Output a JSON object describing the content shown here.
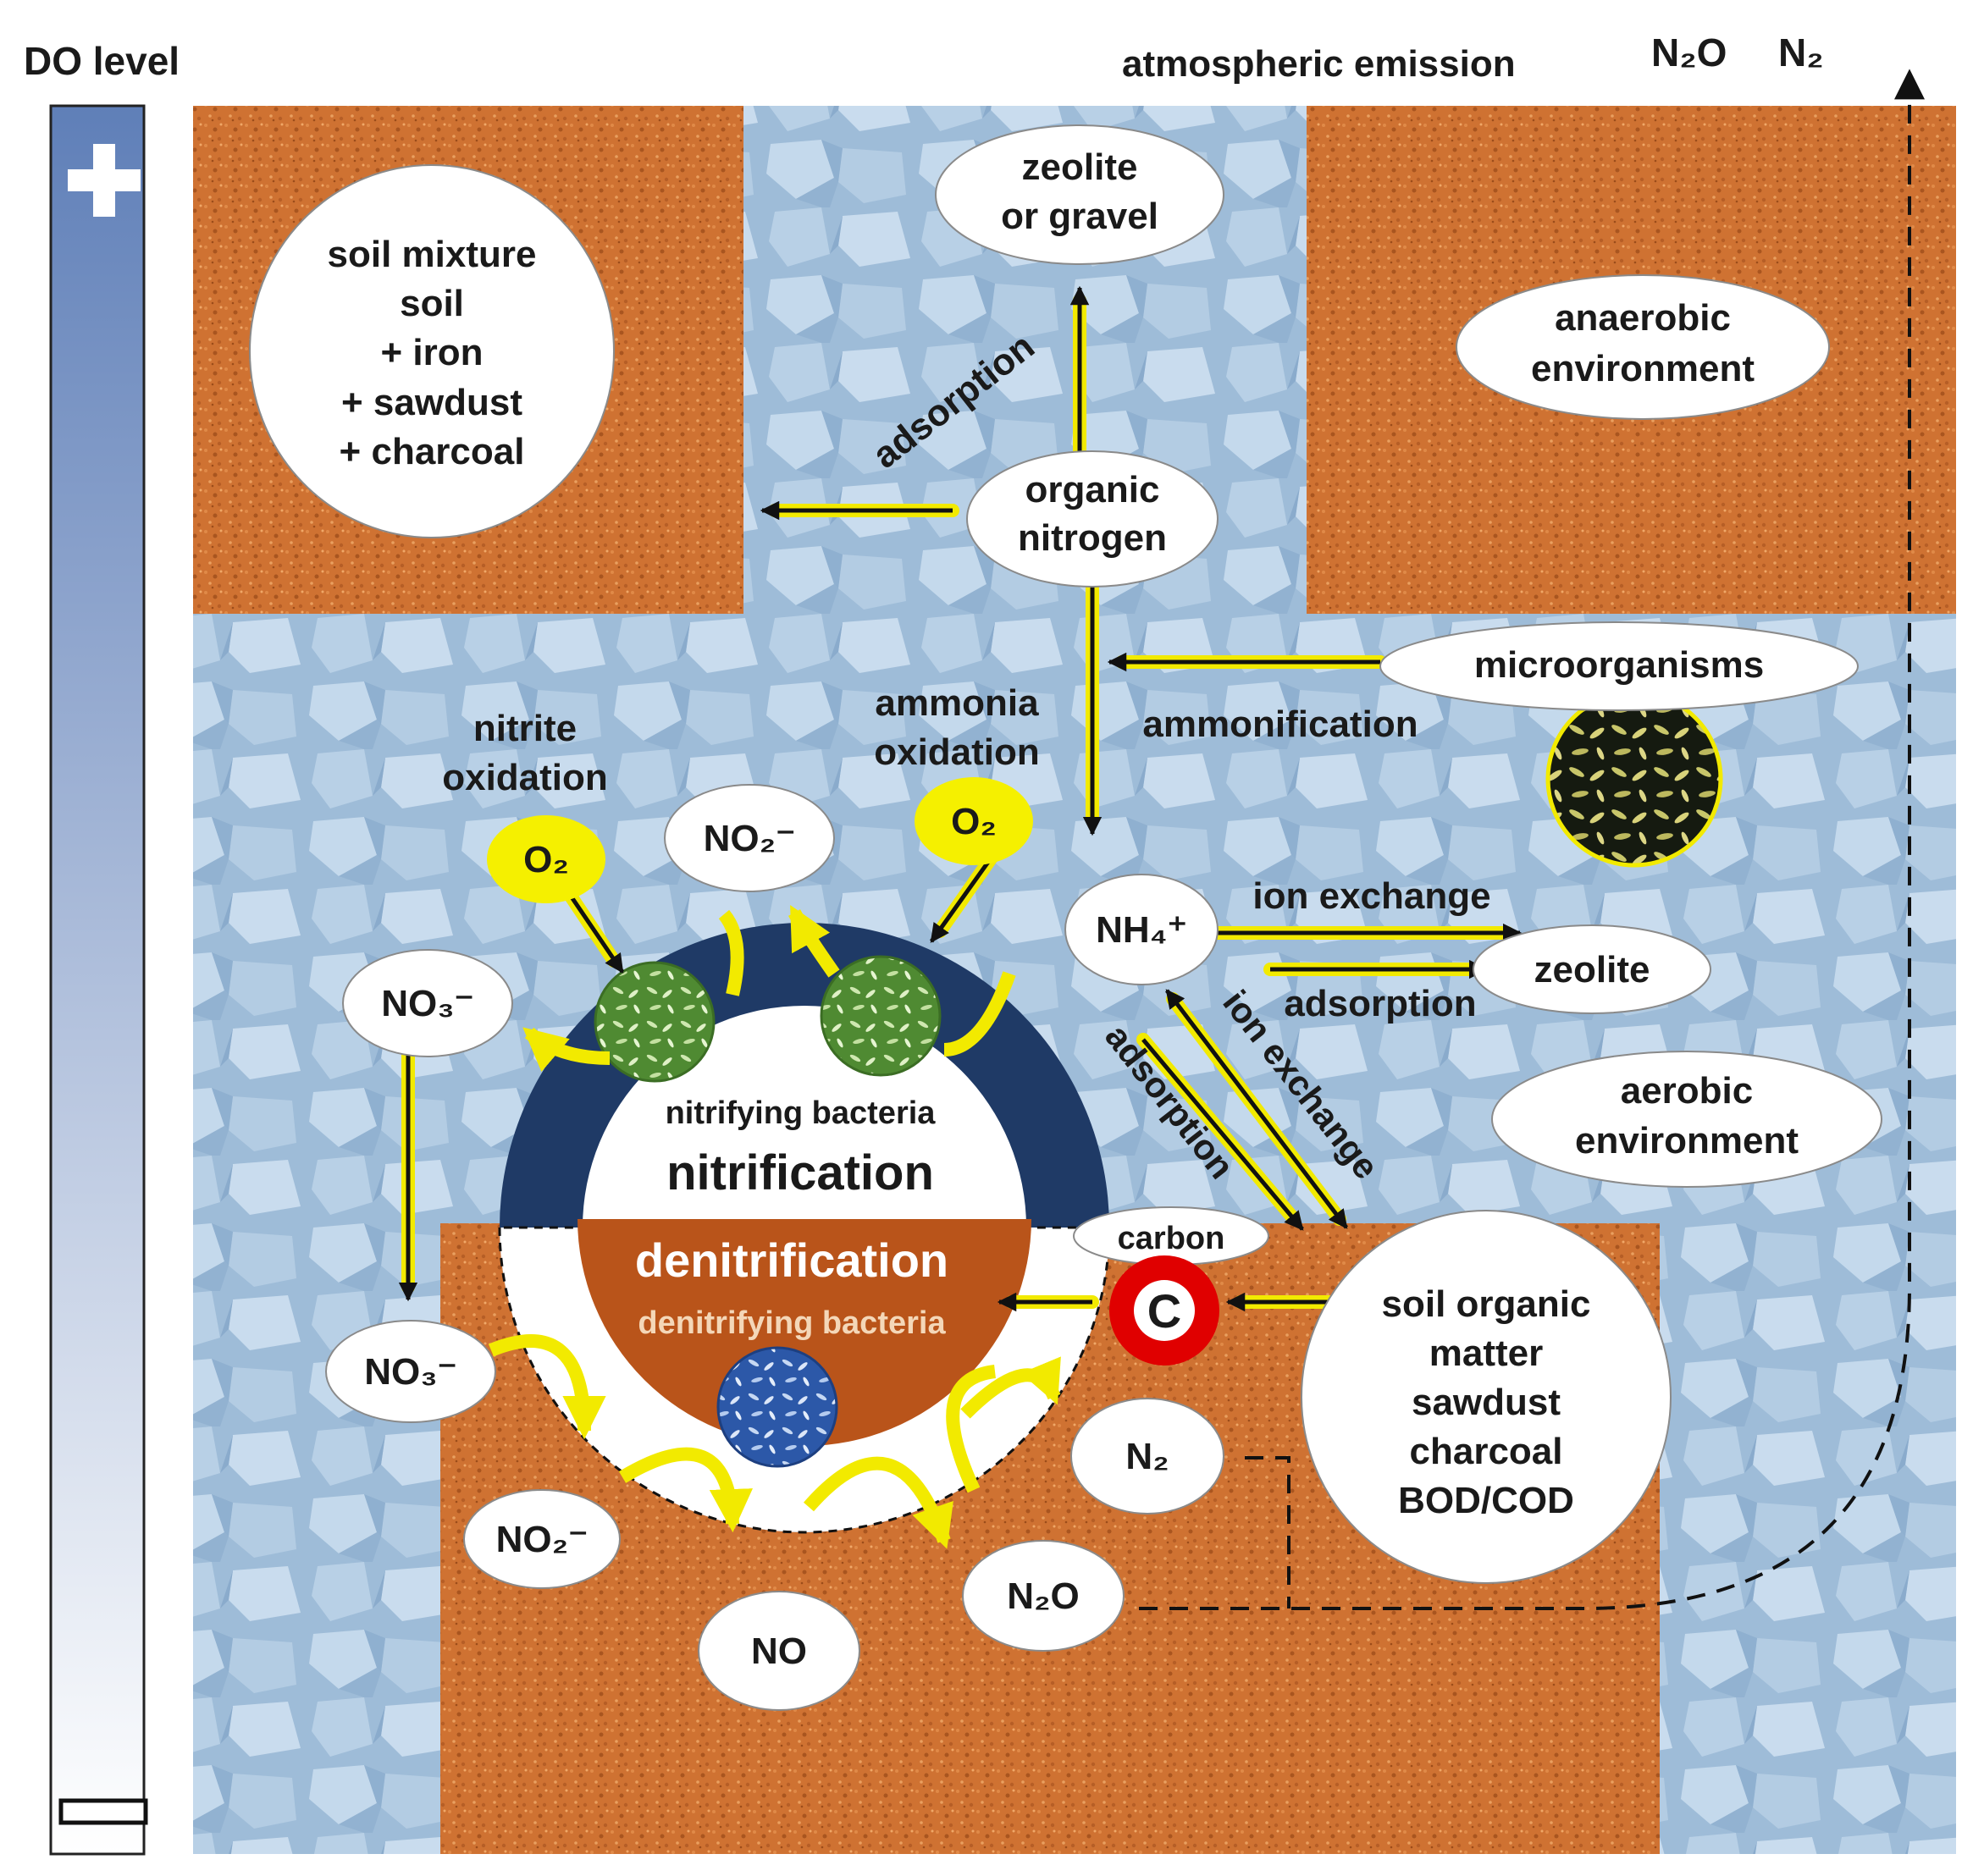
{
  "do_level": {
    "label": "DO level",
    "high": "+",
    "low": "−"
  },
  "top": {
    "emission": "atmospheric emission",
    "n2o": "N₂O",
    "n2": "N₂"
  },
  "zones": {
    "soil_mixture": [
      "soil mixture",
      "soil",
      "+ iron",
      "+ sawdust",
      "+ charcoal"
    ],
    "anaerobic": [
      "anaerobic",
      "environment"
    ],
    "aerobic": [
      "aerobic",
      "environment"
    ]
  },
  "labels": {
    "zeolite_gravel": [
      "zeolite",
      "or gravel"
    ],
    "organic_nitrogen": [
      "organic",
      "nitrogen"
    ],
    "adsorption": "adsorption",
    "microorganisms": "microorganisms",
    "ammonification": "ammonification",
    "nitrite_oxidation": [
      "nitrite",
      "oxidation"
    ],
    "ammonia_oxidation": [
      "ammonia",
      "oxidation"
    ],
    "o2": "O₂",
    "no2": "NO₂⁻",
    "no3": "NO₃⁻",
    "nh4": "NH₄⁺",
    "ion_exchange": "ion exchange",
    "zeolite": "zeolite",
    "nitrifying_bacteria": "nitrifying bacteria",
    "nitrification": "nitrification",
    "denitrification": "denitrification",
    "denitrifying_bacteria": "denitrifying bacteria",
    "carbon": "carbon",
    "carbon_symbol": "C",
    "soil_organic": [
      "soil organic",
      "matter",
      "sawdust",
      "charcoal",
      "BOD/COD"
    ],
    "n2": "N₂",
    "n2o": "N₂O",
    "no": "NO"
  },
  "colors": {
    "soil": "#c96a2a",
    "gravel": "#a9c6de",
    "arrow": "#f2ea00",
    "nitrification_ring": "#1f3a66",
    "denitrification": "#b9541a",
    "carbon_ring": "#e00000",
    "o2": "#f5f000"
  }
}
